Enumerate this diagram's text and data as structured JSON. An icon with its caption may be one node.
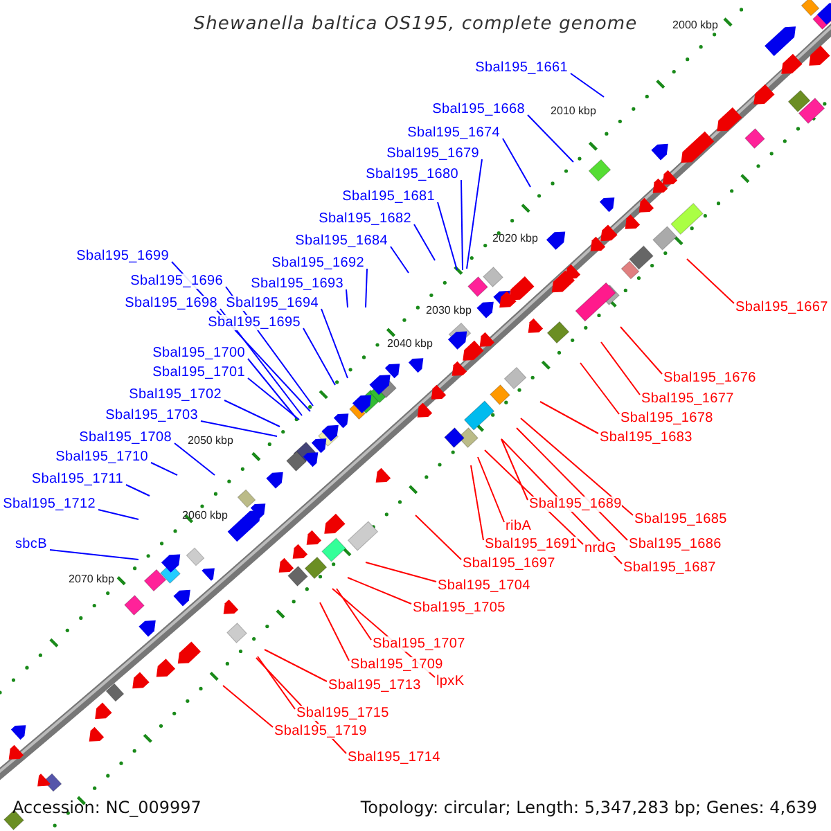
{
  "diagram": {
    "title": "Shewanella baltica OS195, complete genome",
    "nodes": [
      {
        "text": [
          "Sbal195_1661"
        ]
      },
      {
        "text": [
          "Sbal195_1668"
        ]
      },
      {
        "text": [
          "Sbal195_1674"
        ]
      },
      {
        "text": [
          "Sbal195_1679"
        ]
      },
      {
        "text": [
          "Sbal195_1680"
        ]
      },
      {
        "text": [
          "Sbal195_1681"
        ]
      },
      {
        "text": [
          "Sbal195_1682"
        ]
      },
      {
        "text": [
          "Sbal195_1684"
        ]
      },
      {
        "text": [
          "Sbal195_1699"
        ]
      },
      {
        "text": [
          "Sbal195_1692"
        ]
      },
      {
        "text": [
          "Sbal195_1696"
        ]
      },
      {
        "text": [
          "Sbal195_1693"
        ]
      },
      {
        "text": [
          "Sbal195_1698"
        ]
      },
      {
        "text": [
          "Sbal195_1694"
        ]
      },
      {
        "text": [
          "Sbal195_1667"
        ]
      },
      {
        "text": [
          "Sbal195_1695"
        ]
      },
      {
        "text": [
          "Sbal195_1700"
        ]
      },
      {
        "text": [
          "Sbal195_1701"
        ]
      },
      {
        "text": [
          "Sbal195_1676"
        ]
      },
      {
        "text": [
          "Sbal195_1702"
        ]
      },
      {
        "text": [
          "Sbal195_1677"
        ]
      },
      {
        "text": [
          "Sbal195_1703"
        ]
      },
      {
        "text": [
          "Sbal195_1678"
        ]
      },
      {
        "text": [
          "Sbal195_1708"
        ]
      },
      {
        "text": [
          "Sbal195_1683"
        ]
      },
      {
        "text": [
          "Sbal195_1710"
        ]
      },
      {
        "text": [
          "Sbal195_1711"
        ]
      },
      {
        "text": [
          "Sbal195_1689"
        ]
      },
      {
        "text": [
          "Sbal195_1712"
        ]
      },
      {
        "text": [
          "Sbal195_1685"
        ]
      },
      {
        "text": [
          "ribA"
        ]
      },
      {
        "text": [
          "sbcB"
        ]
      },
      {
        "text": [
          "Sbal195_1691"
        ]
      },
      {
        "text": [
          "Sbal195_1686"
        ]
      },
      {
        "text": [
          "nrdG"
        ]
      },
      {
        "text": [
          "Sbal195_1697"
        ]
      },
      {
        "text": [
          "Sbal195_1687"
        ]
      },
      {
        "text": [
          "Sbal195_1704"
        ]
      },
      {
        "text": [
          "Sbal195_1705"
        ]
      },
      {
        "text": [
          "Sbal195_1707"
        ]
      },
      {
        "text": [
          "Sbal195_1709"
        ]
      },
      {
        "text": [
          "lpxK"
        ]
      },
      {
        "text": [
          "Sbal195_1713"
        ]
      },
      {
        "text": [
          "Sbal195_1715"
        ]
      },
      {
        "text": [
          "Sbal195_1719"
        ]
      },
      {
        "text": [
          "Sbal195_1714"
        ]
      }
    ],
    "edges": [
      {
        "from": 0,
        "to": null,
        "arrow": "none"
      },
      {
        "from": 1,
        "to": null,
        "arrow": "none"
      },
      {
        "from": 2,
        "to": null,
        "arrow": "none"
      },
      {
        "from": 3,
        "to": null,
        "arrow": "none"
      },
      {
        "from": 4,
        "to": null,
        "arrow": "none"
      },
      {
        "from": 5,
        "to": null,
        "arrow": "none"
      },
      {
        "from": 6,
        "to": null,
        "arrow": "none"
      },
      {
        "from": 7,
        "to": null,
        "arrow": "none"
      },
      {
        "from": 8,
        "to": null,
        "arrow": "none"
      },
      {
        "from": 9,
        "to": null,
        "arrow": "none"
      },
      {
        "from": 10,
        "to": null,
        "arrow": "none"
      },
      {
        "from": 11,
        "to": null,
        "arrow": "none"
      },
      {
        "from": 12,
        "to": null,
        "arrow": "none"
      },
      {
        "from": 13,
        "to": null,
        "arrow": "none"
      },
      {
        "from": 14,
        "to": null,
        "arrow": "none",
        "color": "#ff0000"
      },
      {
        "from": 15,
        "to": null,
        "arrow": "none"
      },
      {
        "from": 16,
        "to": null,
        "arrow": "none"
      },
      {
        "from": 17,
        "to": null,
        "arrow": "none"
      },
      {
        "from": 18,
        "to": null,
        "arrow": "none",
        "color": "#ff0000"
      },
      {
        "from": 19,
        "to": null,
        "arrow": "none"
      },
      {
        "from": 20,
        "to": null,
        "arrow": "none",
        "color": "#ff0000"
      },
      {
        "from": 21,
        "to": null,
        "arrow": "none"
      },
      {
        "from": 22,
        "to": null,
        "arrow": "none",
        "color": "#ff0000"
      },
      {
        "from": 23,
        "to": null,
        "arrow": "none"
      },
      {
        "from": 24,
        "to": null,
        "arrow": "none",
        "color": "#ff0000"
      },
      {
        "from": 25,
        "to": null,
        "arrow": "none"
      },
      {
        "from": 26,
        "to": null,
        "arrow": "none"
      },
      {
        "from": 27,
        "to": null,
        "arrow": "none",
        "color": "#ff0000"
      },
      {
        "from": 28,
        "to": null,
        "arrow": "none"
      },
      {
        "from": 29,
        "to": null,
        "arrow": "none",
        "color": "#ff0000"
      },
      {
        "from": 30,
        "to": null,
        "arrow": "none",
        "color": "#ff0000"
      },
      {
        "from": 31,
        "to": null,
        "arrow": "none"
      },
      {
        "from": 32,
        "to": null,
        "arrow": "none",
        "color": "#ff0000"
      },
      {
        "from": 33,
        "to": null,
        "arrow": "none",
        "color": "#ff0000"
      },
      {
        "from": 34,
        "to": null,
        "arrow": "none",
        "color": "#ff0000"
      },
      {
        "from": 35,
        "to": null,
        "arrow": "none",
        "color": "#ff0000"
      },
      {
        "from": 36,
        "to": null,
        "arrow": "none",
        "color": "#ff0000"
      },
      {
        "from": 37,
        "to": null,
        "arrow": "none",
        "color": "#ff0000"
      },
      {
        "from": 38,
        "to": null,
        "arrow": "none",
        "color": "#ff0000"
      },
      {
        "from": 39,
        "to": null,
        "arrow": "none",
        "color": "#ff0000"
      },
      {
        "from": 40,
        "to": null,
        "arrow": "none",
        "color": "#ff0000"
      },
      {
        "from": 41,
        "to": null,
        "arrow": "none",
        "color": "#ff0000"
      },
      {
        "from": 42,
        "to": null,
        "arrow": "none",
        "color": "#ff0000"
      },
      {
        "from": 43,
        "to": null,
        "arrow": "none",
        "color": "#ff0000"
      },
      {
        "from": 44,
        "to": null,
        "arrow": "none",
        "color": "#ff0000"
      },
      {
        "from": 45,
        "to": null,
        "arrow": "none",
        "color": "#ff0000"
      }
    ],
    "labels": [
      "2000 kbp",
      "2010 kbp",
      "2020 kbp",
      "2030 kbp",
      "2040 kbp",
      "2050 kbp",
      "2060 kbp",
      "2070 kbp",
      "Accession: NC_009997",
      "Topology: circular; Length: 5,347,283 bp; Genes: 4,639"
    ]
  }
}
